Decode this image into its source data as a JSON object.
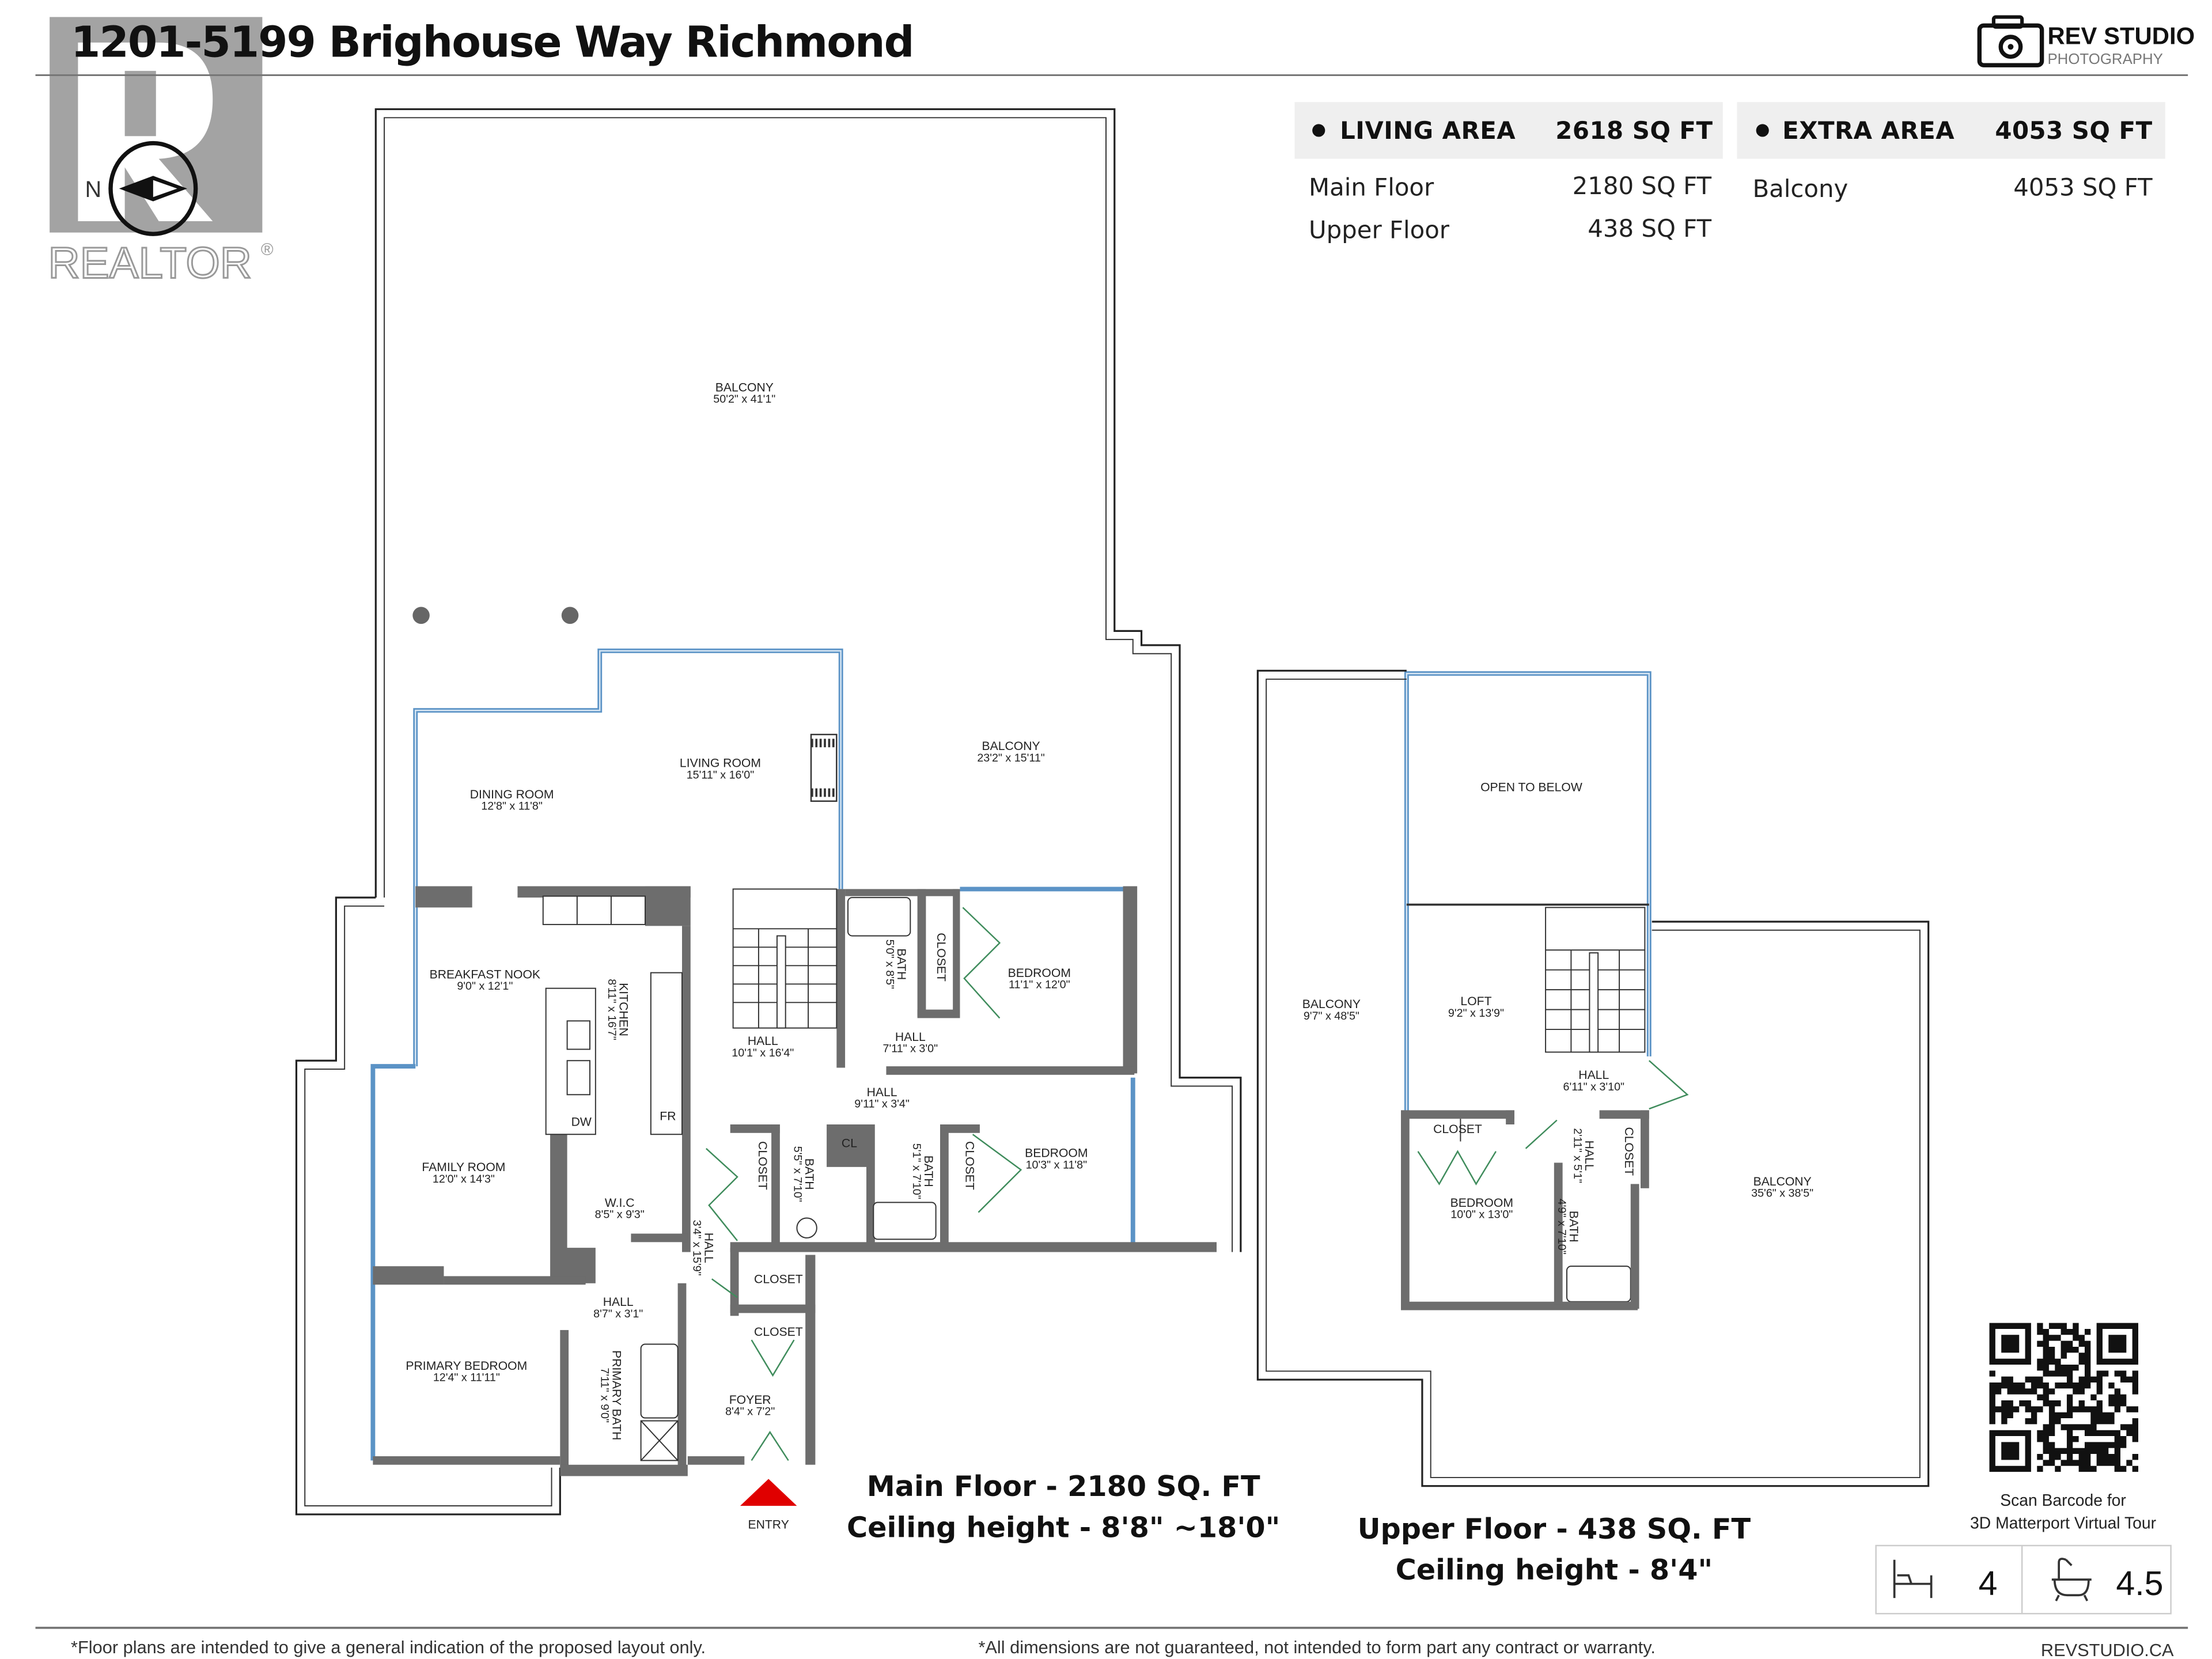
{
  "header": {
    "title": "1201-5199 Brighouse Way Richmond",
    "realtor_logo_text": "REALTOR",
    "compass_label": "N",
    "brand_name": "REV STUDIO",
    "brand_sub": "PHOTOGRAPHY"
  },
  "areas": {
    "living": {
      "label": "LIVING AREA",
      "total": "2618 SQ FT",
      "rows": [
        {
          "name": "Main Floor",
          "value": "2180 SQ FT"
        },
        {
          "name": "Upper Floor",
          "value": "438 SQ FT"
        }
      ]
    },
    "extra": {
      "label": "EXTRA AREA",
      "total": "4053 SQ FT",
      "rows": [
        {
          "name": "Balcony",
          "value": "4053 SQ FT"
        }
      ]
    }
  },
  "main_floor": {
    "caption": "Main Floor - 2180 SQ. FT",
    "ceiling": "Ceiling height - 8'8\" ~18'0\"",
    "entry_label": "ENTRY",
    "fixtures": {
      "dw": "DW",
      "fr": "FR"
    },
    "rooms": [
      {
        "name": "BALCONY",
        "dims": "50'2\" x 41'1\""
      },
      {
        "name": "LIVING ROOM",
        "dims": "15'11\" x 16'0\""
      },
      {
        "name": "DINING ROOM",
        "dims": "12'8\" x 11'8\""
      },
      {
        "name": "BALCONY",
        "dims": "23'2\" x 15'11\""
      },
      {
        "name": "BREAKFAST NOOK",
        "dims": "9'0\" x 12'1\""
      },
      {
        "name": "KITCHEN",
        "dims": "8'11\" x 16'7\""
      },
      {
        "name": "HALL",
        "dims": "10'1\" x 16'4\""
      },
      {
        "name": "BATH",
        "dims": "5'0\" x 8'5\""
      },
      {
        "name": "CLOSET",
        "dims": ""
      },
      {
        "name": "BEDROOM",
        "dims": "11'1\" x 12'0\""
      },
      {
        "name": "HALL",
        "dims": "7'11\" x 3'0\""
      },
      {
        "name": "HALL",
        "dims": "9'11\" x 3'4\""
      },
      {
        "name": "CL",
        "dims": ""
      },
      {
        "name": "BEDROOM",
        "dims": "10'3\" x 11'8\""
      },
      {
        "name": "CLOSET",
        "dims": ""
      },
      {
        "name": "BATH",
        "dims": "5'5\" x 7'10\""
      },
      {
        "name": "BATH",
        "dims": "5'1\" x 7'10\""
      },
      {
        "name": "CLOSET",
        "dims": ""
      },
      {
        "name": "FAMILY ROOM",
        "dims": "12'0\" x 14'3\""
      },
      {
        "name": "W.I.C",
        "dims": "8'5\" x 9'3\""
      },
      {
        "name": "HALL",
        "dims": "3'4\" x 15'9\""
      },
      {
        "name": "CLOSET",
        "dims": ""
      },
      {
        "name": "CLOSET",
        "dims": ""
      },
      {
        "name": "HALL",
        "dims": "8'7\" x 3'1\""
      },
      {
        "name": "PRIMARY BEDROOM",
        "dims": "12'4\" x 11'11\""
      },
      {
        "name": "PRIMARY BATH",
        "dims": "7'11\" x 9'0\""
      },
      {
        "name": "FOYER",
        "dims": "8'4\" x 7'2\""
      }
    ]
  },
  "upper_floor": {
    "caption": "Upper Floor - 438 SQ. FT",
    "ceiling": "Ceiling height - 8'4\"",
    "rooms": [
      {
        "name": "OPEN TO BELOW",
        "dims": ""
      },
      {
        "name": "BALCONY",
        "dims": "9'7\" x 48'5\""
      },
      {
        "name": "LOFT",
        "dims": "9'2\" x 13'9\""
      },
      {
        "name": "HALL",
        "dims": "6'11\" x 3'10\""
      },
      {
        "name": "CLOSET",
        "dims": ""
      },
      {
        "name": "HALL",
        "dims": "2'11\" x 5'1\""
      },
      {
        "name": "CLOSET",
        "dims": ""
      },
      {
        "name": "BEDROOM",
        "dims": "10'0\" x 13'0\""
      },
      {
        "name": "BATH",
        "dims": "4'9\" x 7'10\""
      },
      {
        "name": "BALCONY",
        "dims": "35'6\" x 38'5\""
      }
    ]
  },
  "tour": {
    "line1": "Scan Barcode for",
    "line2": "3D Matterport Virtual Tour"
  },
  "stats": {
    "bedrooms": "4",
    "bathrooms": "4.5",
    "bed_icon": "bed-icon",
    "bath_icon": "bathtub-icon"
  },
  "footer": {
    "note_left": "*Floor plans are intended to give a general indication of the proposed layout only.",
    "note_right": "*All dimensions are not guaranteed, not intended to form part any contract or warranty.",
    "site": "REVSTUDIO.CA"
  },
  "colors": {
    "window": "#5b93c6",
    "wall": "#6d6d6d",
    "door": "#3f8c5c",
    "entry": "#e00000",
    "header_bg": "#efefef"
  }
}
